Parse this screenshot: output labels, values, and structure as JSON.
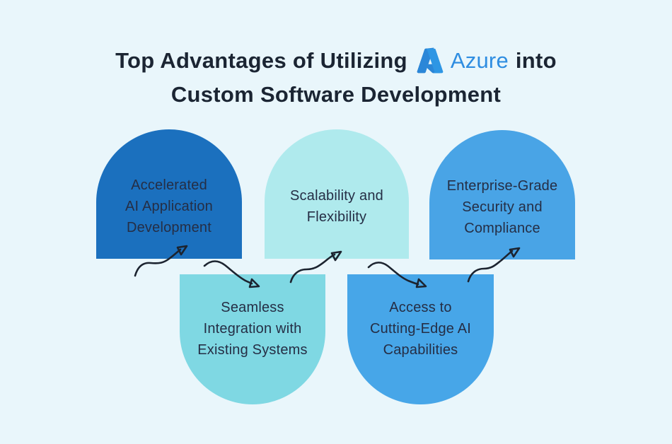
{
  "background_color": "#e9f6fb",
  "title": {
    "text_before_logo": "Top Advantages of Utilizing",
    "brand": "Azure",
    "text_after_brand": "into",
    "line2": "Custom Software Development",
    "text_color": "#1b2533",
    "brand_color": "#2e8de1"
  },
  "azure_logo": {
    "icon": "azure-logo",
    "color_left": "#1b5fae",
    "color_base": "#0f6cc4",
    "color_mid": "#2b87d8",
    "color_right": "#2e96e4"
  },
  "card_text_color": "#252e45",
  "arrow_color": "#1c2430",
  "cards": [
    {
      "name": "accelerated-ai-application-development",
      "row": "top",
      "color": "#1b70be",
      "lines": [
        "Accelerated",
        "AI Application",
        "Development"
      ]
    },
    {
      "name": "scalability-and-flexibility",
      "row": "top",
      "color": "#afeaed",
      "lines": [
        "Scalability and",
        "Flexibility"
      ]
    },
    {
      "name": "enterprise-grade-security-and-compliance",
      "row": "top",
      "color": "#49a4e6",
      "lines": [
        "Enterprise-Grade",
        "Security and",
        "Compliance"
      ]
    },
    {
      "name": "seamless-integration-with-existing-systems",
      "row": "bottom",
      "color": "#7fd8e3",
      "lines": [
        "Seamless",
        "Integration with",
        "Existing Systems"
      ]
    },
    {
      "name": "access-to-cutting-edge-ai-capabilities",
      "row": "bottom",
      "color": "#47a6e8",
      "lines": [
        "Access to",
        "Cutting-Edge AI",
        "Capabilities"
      ]
    }
  ]
}
